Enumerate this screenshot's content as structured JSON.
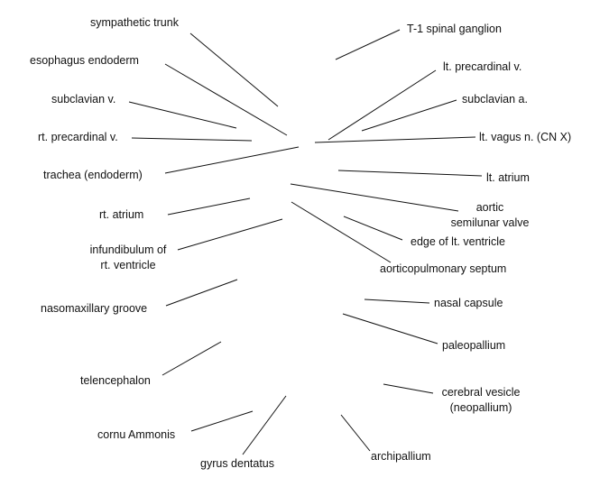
{
  "labels": {
    "sympathetic_trunk": "sympathetic trunk",
    "esophagus_endoderm": "esophagus endoderm",
    "subclavian_v": "subclavian v.",
    "rt_precardinal_v": "rt. precardinal v.",
    "trachea_endoderm": "trachea (endoderm)",
    "rt_atrium": "rt. atrium",
    "infundibulum_line1": "infundibulum of",
    "infundibulum_line2": "rt. ventricle",
    "nasomaxillary_groove": "nasomaxillary groove",
    "telencephalon": "telencephalon",
    "cornu_ammonis": "cornu Ammonis",
    "gyrus_dentatus": "gyrus dentatus",
    "t1_spinal_ganglion": "T-1 spinal ganglion",
    "lt_precardinal_v": "lt. precardinal v.",
    "subclavian_a": "subclavian a.",
    "lt_vagus_n": "lt. vagus n. (CN X)",
    "lt_atrium": "lt. atrium",
    "aortic_line1": "aortic",
    "aortic_line2": "semilunar valve",
    "edge_lt_ventricle": "edge of lt. ventricle",
    "aorticopulmonary_septum": "aorticopulmonary septum",
    "nasal_capsule": "nasal capsule",
    "paleopallium": "paleopallium",
    "cerebral_vesicle_line1": "cerebral vesicle",
    "cerebral_vesicle_line2": "(neopallium)",
    "archipallium": "archipallium"
  }
}
